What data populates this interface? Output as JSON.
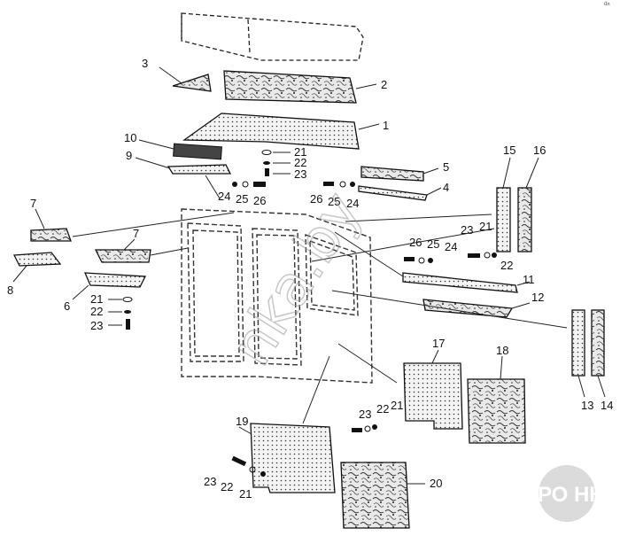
{
  "labels": {
    "l1": "1",
    "l2": "2",
    "l3": "3",
    "l4": "4",
    "l5": "5",
    "l6": "6",
    "l7a": "7",
    "l7b": "7",
    "l8": "8",
    "l9": "9",
    "l10": "10",
    "l11": "11",
    "l12": "12",
    "l13": "13",
    "l14": "14",
    "l15": "15",
    "l16": "16",
    "l17": "17",
    "l18": "18",
    "l19": "19",
    "l20": "20",
    "g1_21": "21",
    "g1_22": "22",
    "g1_23": "23",
    "g2_24": "24",
    "g2_25": "25",
    "g2_26": "26",
    "g3_26": "26",
    "g3_25": "25",
    "g3_24": "24",
    "g4_23": "23",
    "g4_21": "21",
    "g4_22": "22",
    "g5_26": "26",
    "g5_25": "25",
    "g5_24": "24",
    "g6_21": "21",
    "g6_22": "22",
    "g6_23": "23",
    "g7_23": "23",
    "g7_22": "22",
    "g7_21": "21",
    "g8_23": "23",
    "g8_22": "22",
    "g8_21": "21"
  },
  "watermark": "nka.by",
  "logo": "АГРО НКА",
  "corner_mark": "ᵈⁿ"
}
